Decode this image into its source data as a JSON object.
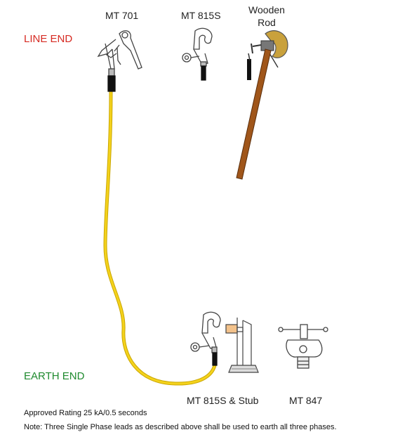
{
  "labels": {
    "mt701": "MT 701",
    "mt815s": "MT 815S",
    "wooden_rod_line1": "Wooden",
    "wooden_rod_line2": "Rod",
    "line_end": "LINE END",
    "earth_end": "EARTH END",
    "mt815s_stub": "MT 815S & Stub",
    "mt847": "MT 847"
  },
  "notes": {
    "rating": "Approved Rating 25 kA/0.5 seconds",
    "note": "Note:   Three Single Phase leads as described above shall be used to earth all three phases."
  },
  "colors": {
    "cable": "#f4d21c",
    "rod": "#a0561a",
    "clamp_head": "#c9a13c",
    "line_end": "#d62a22",
    "earth_end": "#1f8a2e",
    "stub_orange": "#f3c28b"
  }
}
